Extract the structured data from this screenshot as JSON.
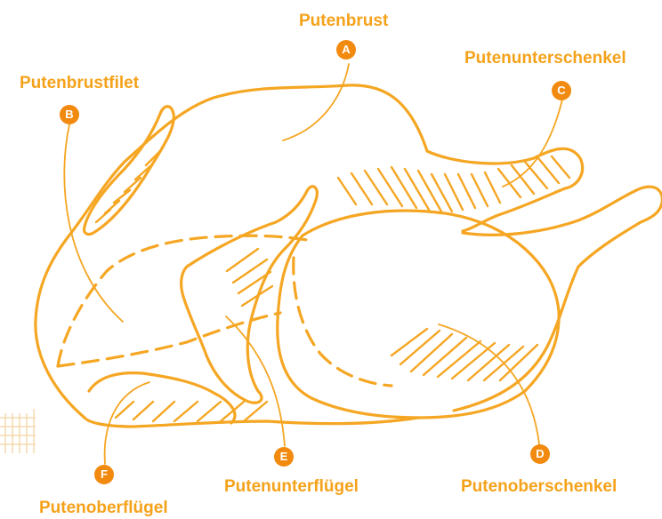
{
  "colors": {
    "line": "#F5A623",
    "label": "#F5A21B",
    "badge": "#F28A0F",
    "badge_text": "#FFFFFF"
  },
  "parts": [
    {
      "letter": "A",
      "name": "Putenbrust"
    },
    {
      "letter": "B",
      "name": "Putenbrustfilet"
    },
    {
      "letter": "C",
      "name": "Putenunterschenkel"
    },
    {
      "letter": "D",
      "name": "Putenoberschenkel"
    },
    {
      "letter": "E",
      "name": "Putenunterflügel"
    },
    {
      "letter": "F",
      "name": "Putenoberflügel"
    }
  ]
}
